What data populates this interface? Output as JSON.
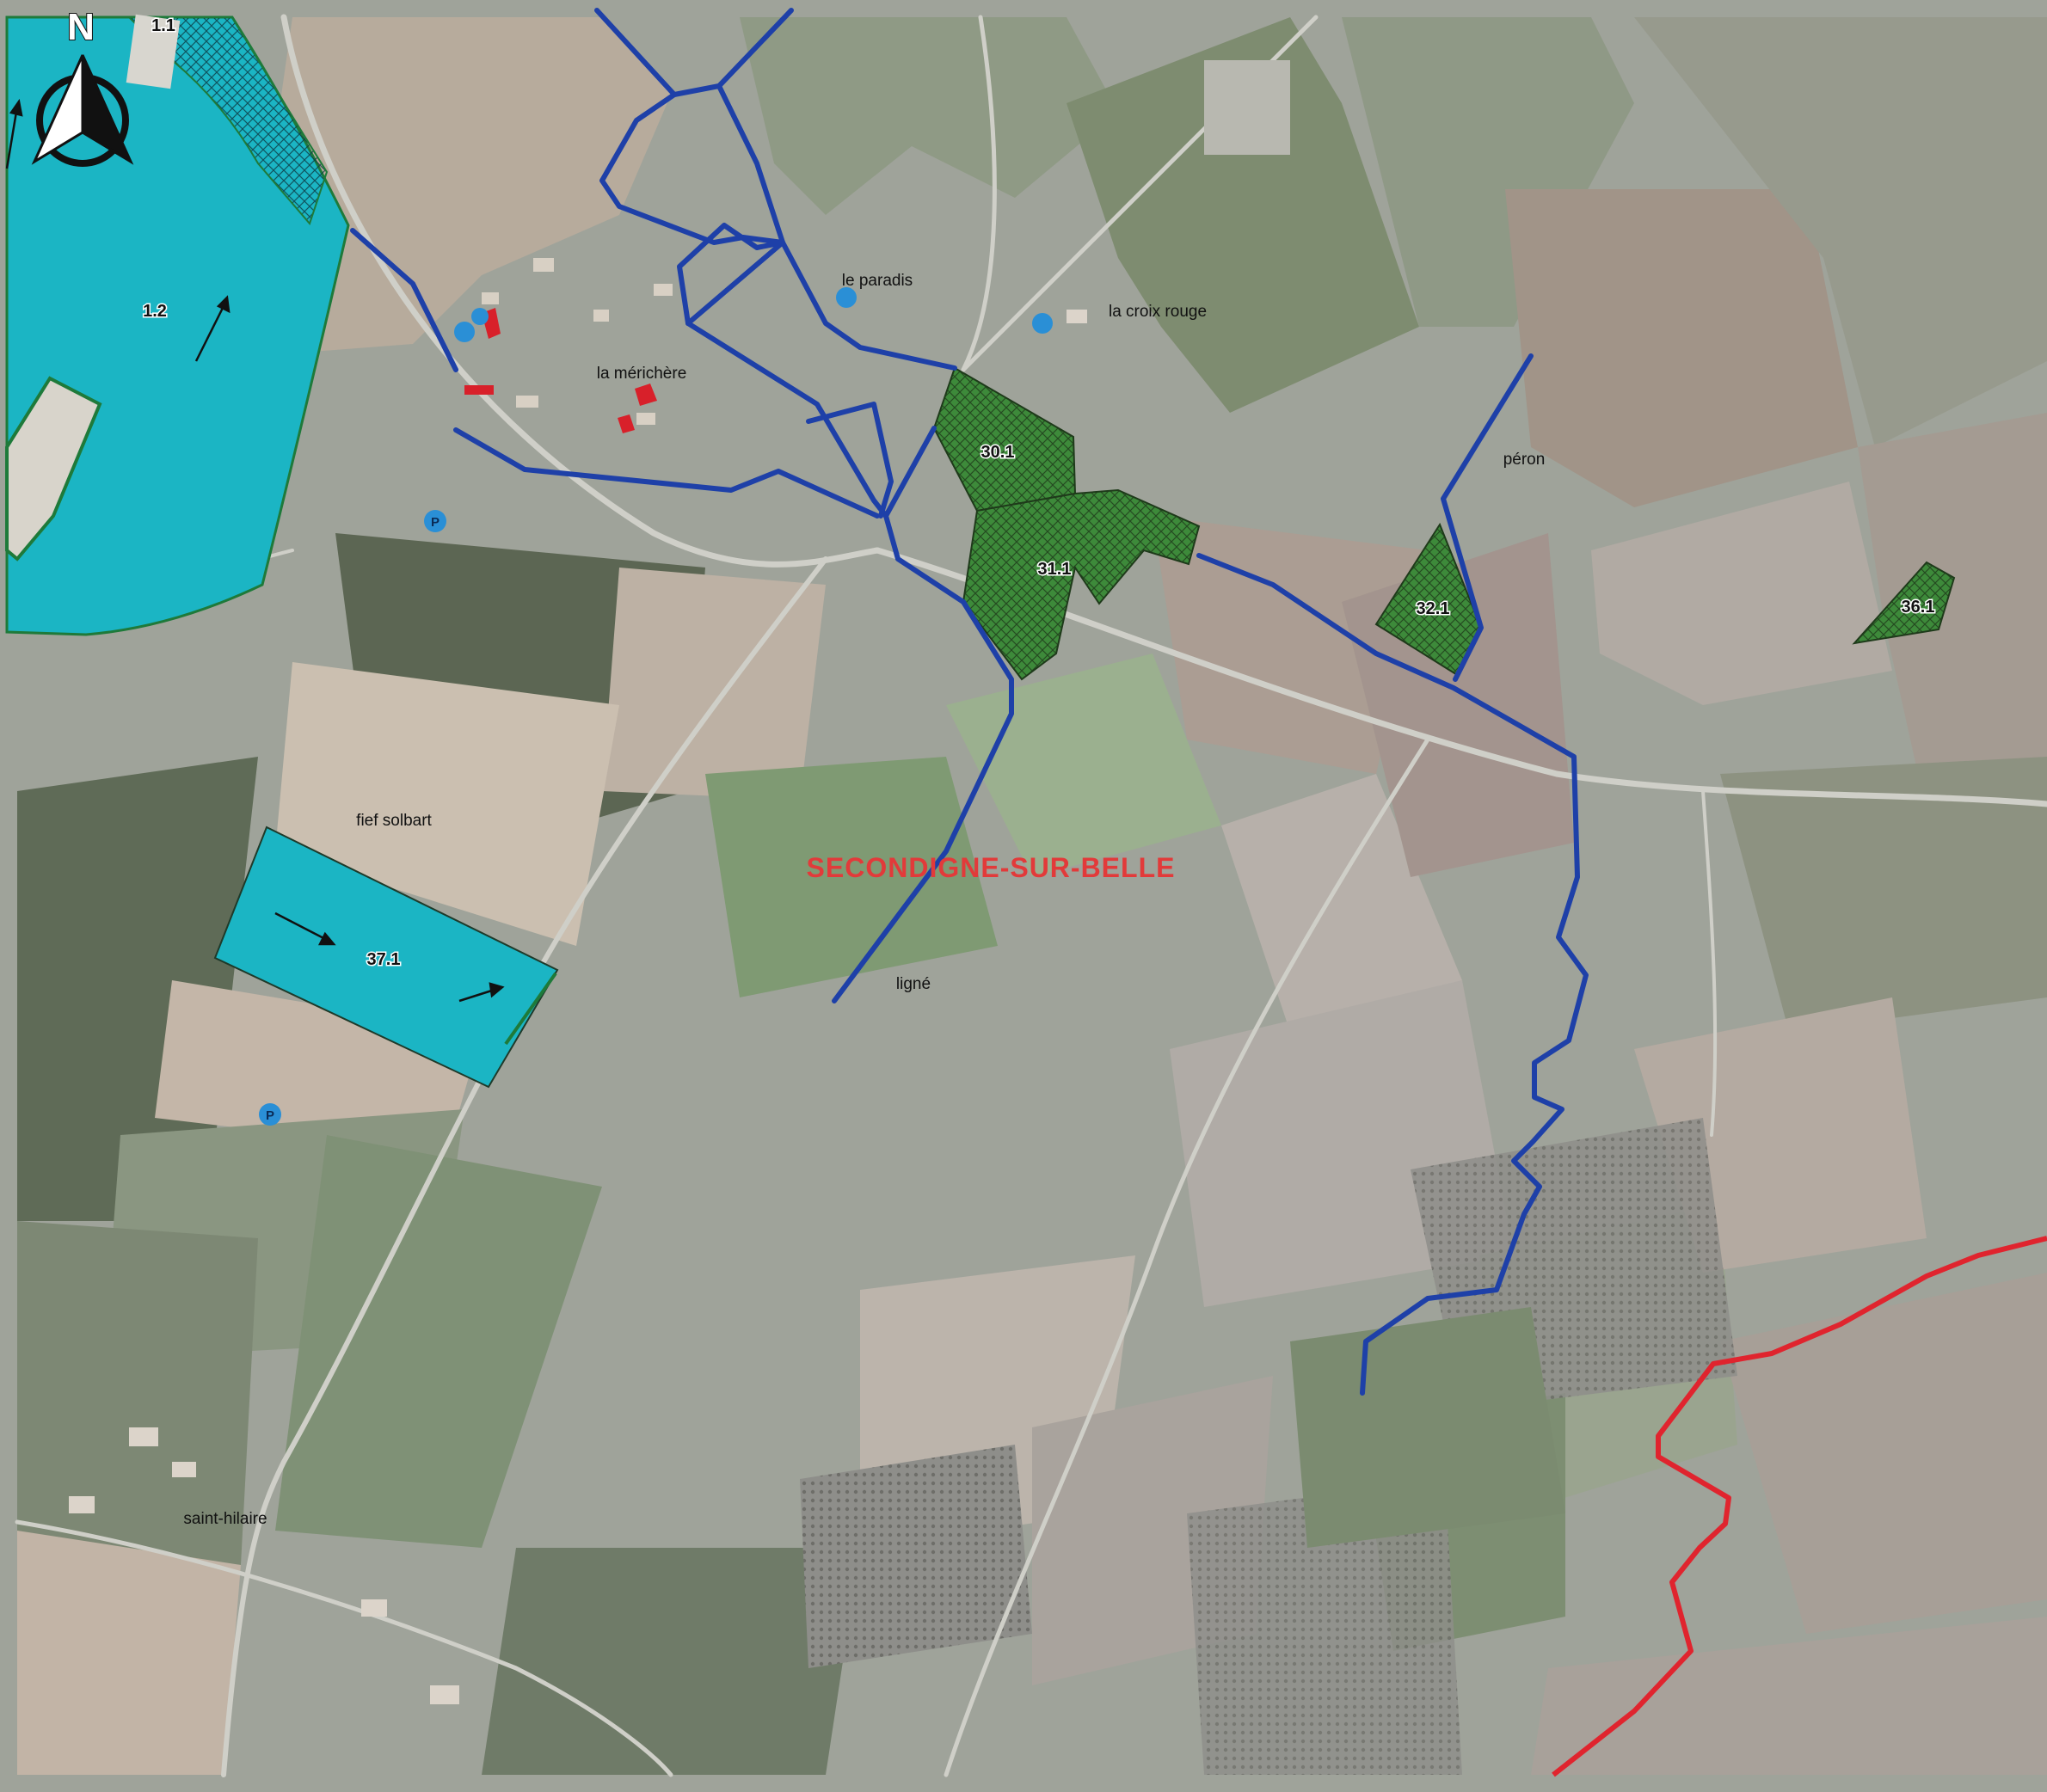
{
  "map": {
    "north_label": "N",
    "commune_label": "SECONDIGNE-SUR-BELLE",
    "colors": {
      "parcel_blue": "#1bb5c4",
      "parcel_green": "#3d8a3a",
      "hedge_line": "#1e40a8",
      "commune_boundary": "#e0242e",
      "park_marker": "#2a8fd6",
      "building": "#d8202a"
    },
    "place_names": {
      "le_paradis": "le paradis",
      "la_croix_rouge": "la croix rouge",
      "la_merichere": "la mérichère",
      "peron": "péron",
      "fief_solbart": "fief solbart",
      "ligne": "ligné",
      "saint_hilaire": "saint-hilaire"
    },
    "parcels": {
      "p1_1": "1.1",
      "p1_2": "1.2",
      "p30_1": "30.1",
      "p31_1": "31.1",
      "p32_1": "32.1",
      "p36_1": "36.1",
      "p37_1": "37.1"
    },
    "markers": {
      "parking_symbol": "P"
    }
  }
}
